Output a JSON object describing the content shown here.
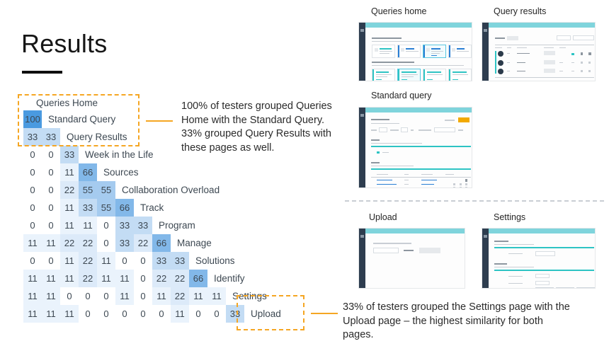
{
  "slide": {
    "title": "Results"
  },
  "matrix": {
    "top_row_label": "Queries Home",
    "rows": [
      {
        "label": "Standard Query",
        "values": [
          100
        ]
      },
      {
        "label": "Query Results",
        "values": [
          33,
          33
        ]
      },
      {
        "label": "Week in the Life",
        "values": [
          0,
          0,
          33
        ]
      },
      {
        "label": "Sources",
        "values": [
          0,
          0,
          11,
          66
        ]
      },
      {
        "label": "Collaboration Overload",
        "values": [
          0,
          0,
          22,
          55,
          55
        ]
      },
      {
        "label": "Track",
        "values": [
          0,
          0,
          11,
          33,
          55,
          66
        ]
      },
      {
        "label": "Program",
        "values": [
          0,
          0,
          11,
          11,
          0,
          33,
          33
        ]
      },
      {
        "label": "Manage",
        "values": [
          11,
          11,
          22,
          22,
          0,
          33,
          22,
          66
        ]
      },
      {
        "label": "Solutions",
        "values": [
          0,
          0,
          11,
          22,
          11,
          0,
          0,
          33,
          33
        ]
      },
      {
        "label": "Identify",
        "values": [
          11,
          11,
          11,
          22,
          11,
          11,
          0,
          22,
          22,
          66
        ]
      },
      {
        "label": "Settings",
        "values": [
          11,
          11,
          0,
          0,
          0,
          11,
          0,
          11,
          22,
          11,
          11
        ]
      },
      {
        "label": "Upload",
        "values": [
          11,
          11,
          11,
          0,
          0,
          0,
          0,
          0,
          11,
          0,
          0,
          33
        ]
      }
    ],
    "legend_colors": {
      "v0": "#ffffff",
      "v11": "#eaf3fc",
      "v22": "#dceaf9",
      "v33": "#c3dcf4",
      "v55": "#a5cbef",
      "v66": "#82b8e9",
      "v100": "#4a9ae0"
    }
  },
  "callouts": {
    "top": "100% of testers grouped Queries Home with the Standard Query. 33% grouped Query Results with these pages as well.",
    "bottom": "33% of testers grouped the Settings page with the Upload page – the highest similarity for both pages."
  },
  "highlight_color": "#f5a623",
  "thumbnails": [
    {
      "title": "Queries home"
    },
    {
      "title": "Query results"
    },
    {
      "title": "Standard query"
    },
    {
      "title": "Upload"
    },
    {
      "title": "Settings"
    }
  ]
}
